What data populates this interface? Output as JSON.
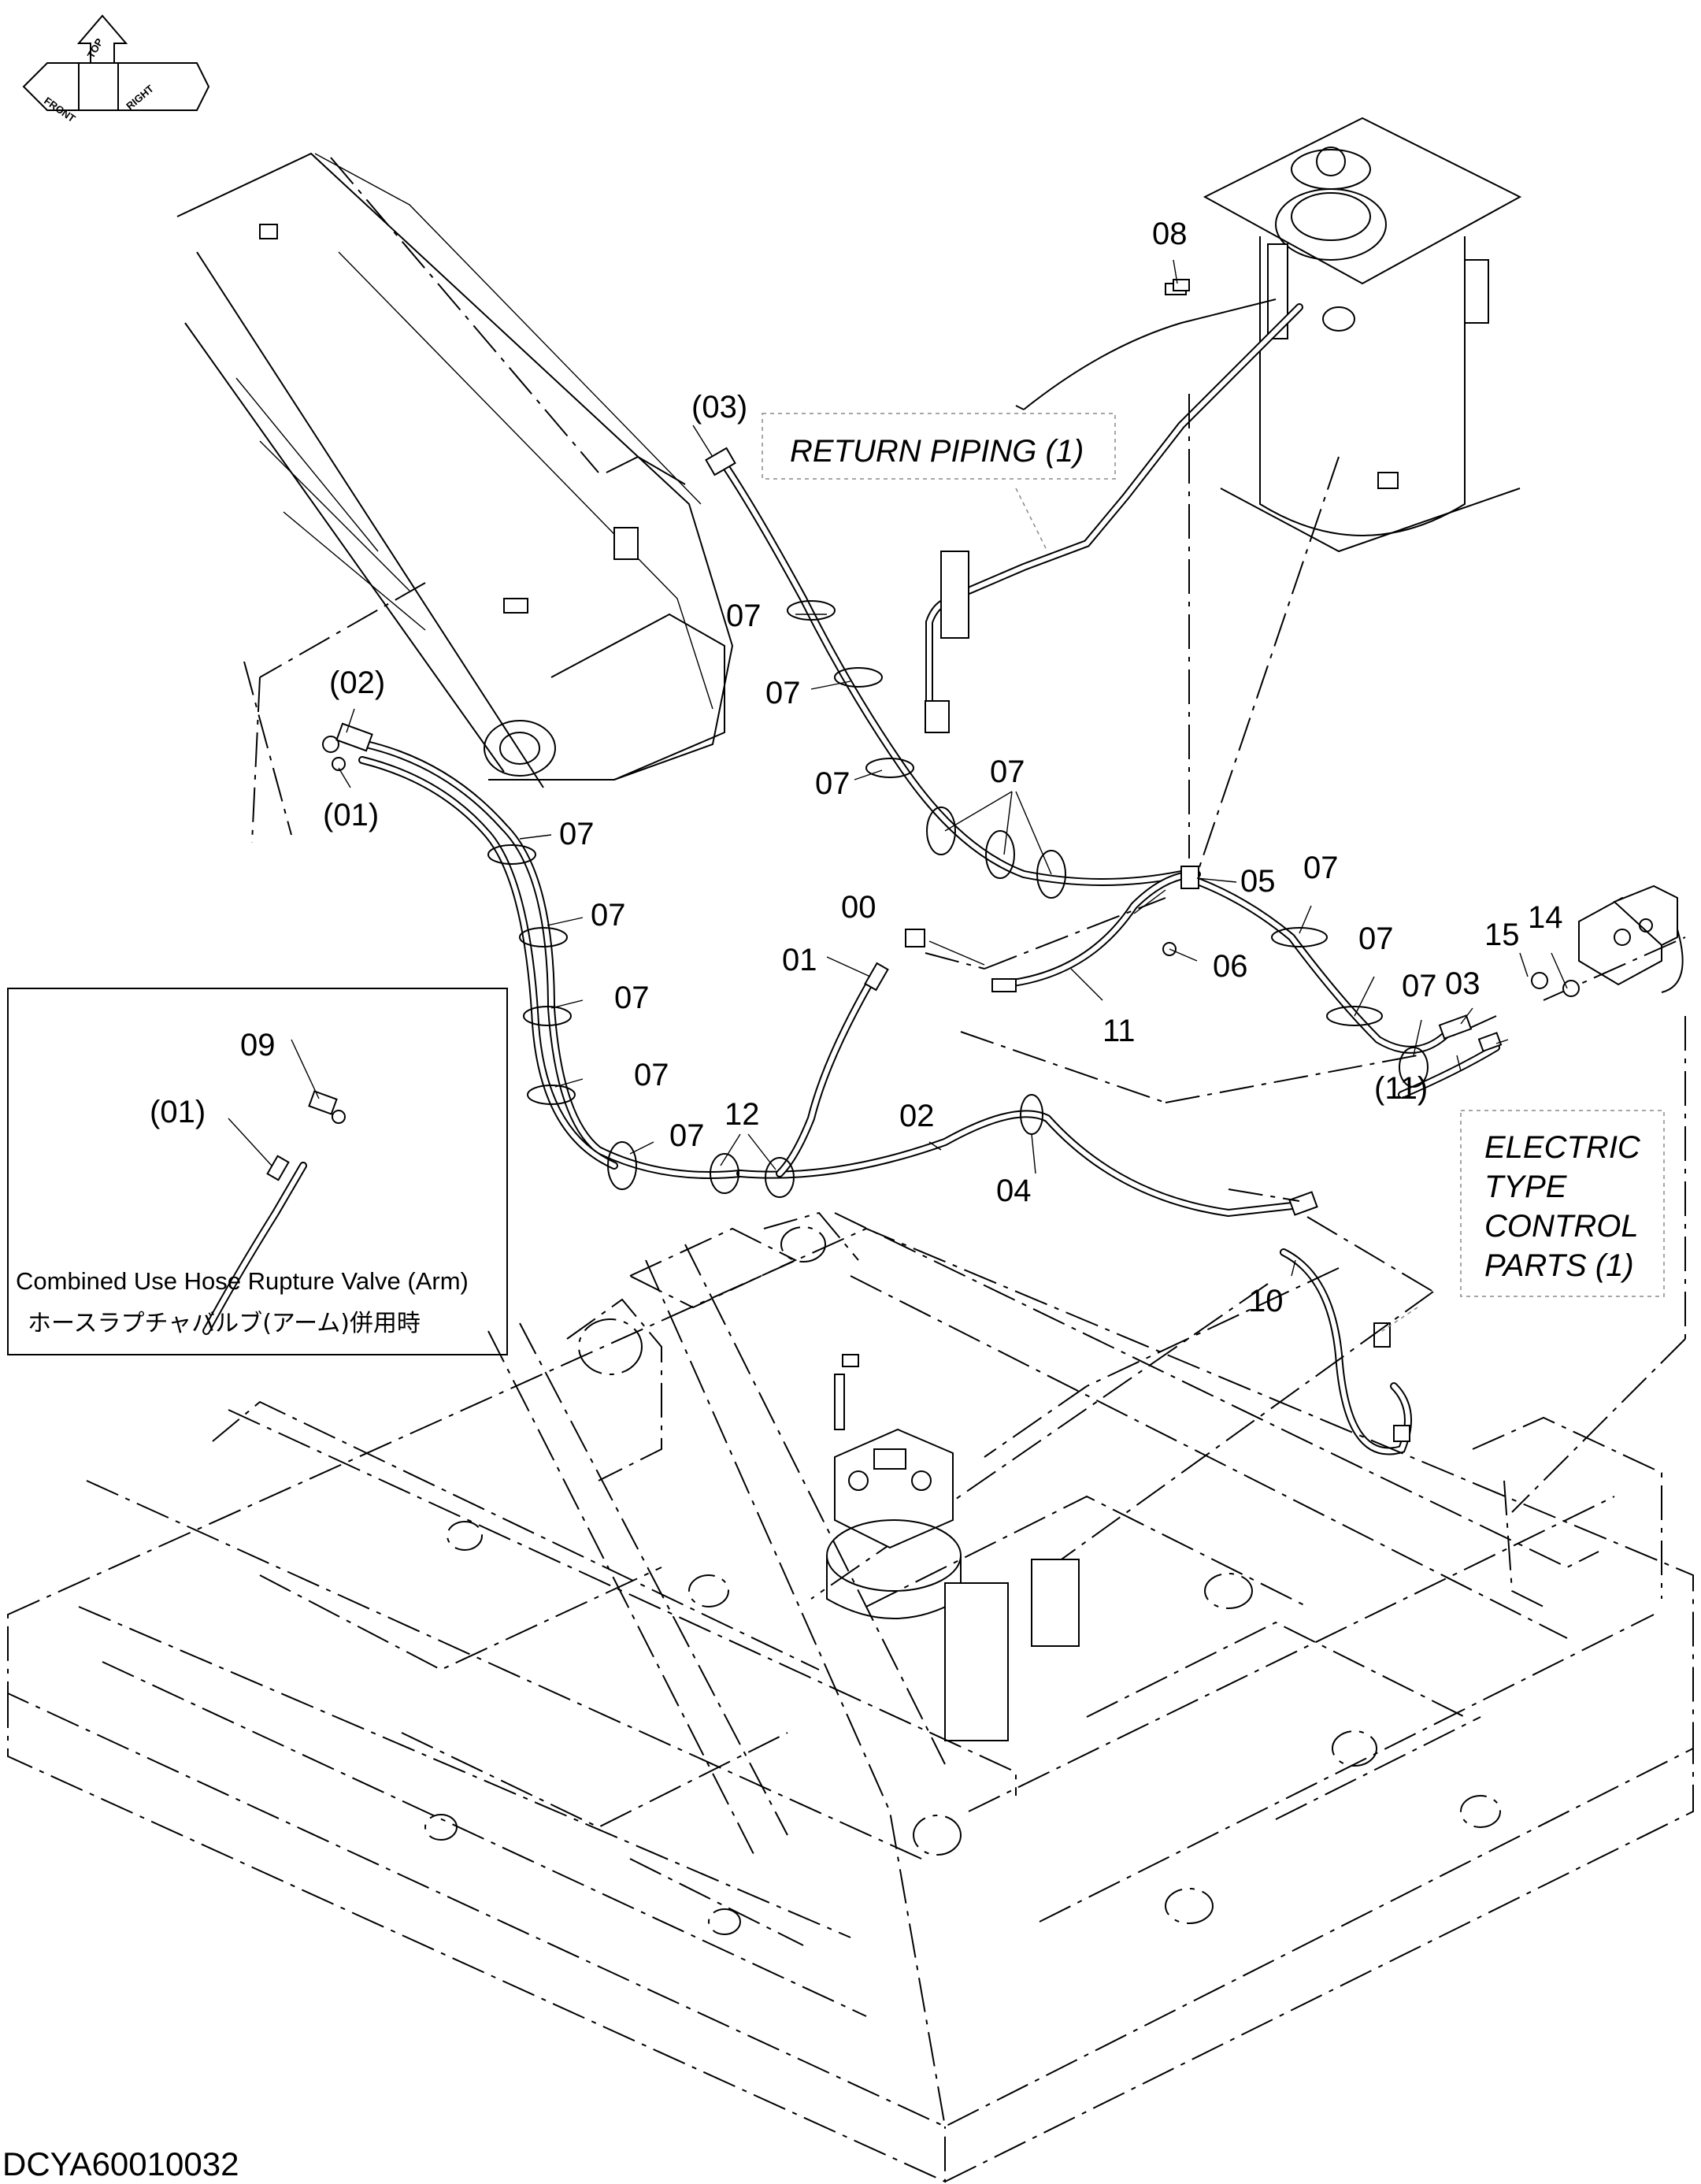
{
  "orientation": {
    "top": "TOP",
    "front": "FRONT",
    "right": "RIGHT"
  },
  "callouts": {
    "c00": "00",
    "c01": "01",
    "c02": "02",
    "c03": "03",
    "c04": "04",
    "c05": "05",
    "c06": "06",
    "c07": "07",
    "c08": "08",
    "c09": "09",
    "c10": "10",
    "c11": "11",
    "c12": "12",
    "c14": "14",
    "c15": "15",
    "p01": "(01)",
    "p02": "(02)",
    "p03": "(03)",
    "p11": "(11)"
  },
  "notes": {
    "return_piping": "RETURN PIPING (1)",
    "electric_1": "ELECTRIC",
    "electric_2": "TYPE",
    "electric_3": "CONTROL",
    "electric_4": "PARTS (1)"
  },
  "inset": {
    "caption_en": "Combined Use Hose Rupture Valve (Arm)",
    "caption_jp": "ホースラプチャバルブ(アーム)併用時",
    "label_09": "09",
    "label_01": "(01)"
  },
  "drawing_code": "DCYA60010032"
}
